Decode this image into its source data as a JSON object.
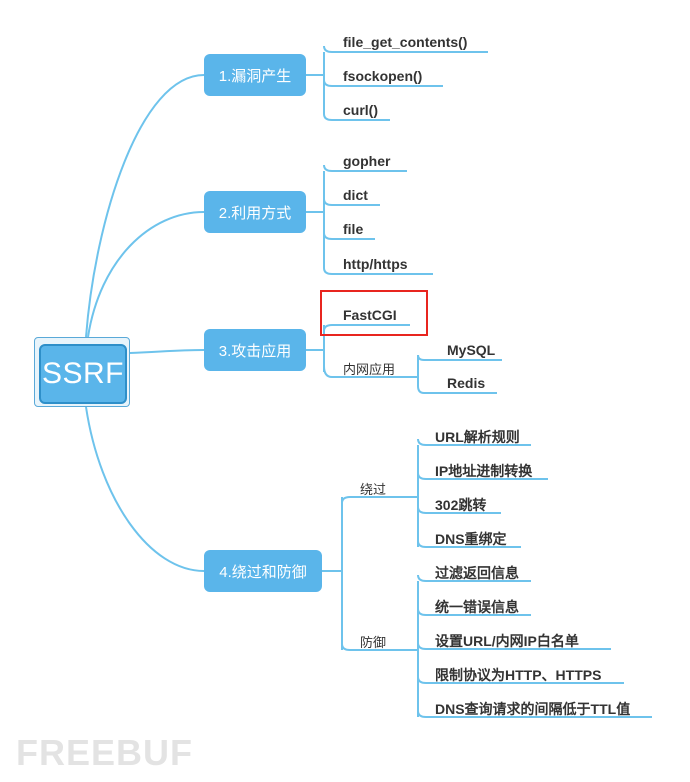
{
  "root": {
    "label": "SSRF"
  },
  "branches": [
    {
      "label": "1.漏洞产生",
      "leaves": [
        "file_get_contents()",
        "fsockopen()",
        "curl()"
      ]
    },
    {
      "label": "2.利用方式",
      "leaves": [
        "gopher",
        "dict",
        "file",
        "http/https"
      ]
    },
    {
      "label": "3.攻击应用",
      "leaves": [
        "FastCGI"
      ],
      "group": {
        "label": "内网应用",
        "leaves": [
          "MySQL",
          "Redis"
        ]
      }
    },
    {
      "label": "4.绕过和防御",
      "groups": [
        {
          "label": "绕过",
          "leaves": [
            "URL解析规则",
            "IP地址进制转换",
            "302跳转",
            "DNS重绑定"
          ]
        },
        {
          "label": "防御",
          "leaves": [
            "过滤返回信息",
            "统一错误信息",
            "设置URL/内网IP白名单",
            "限制协议为HTTP、HTTPS",
            "DNS查询请求的间隔低于TTL值"
          ]
        }
      ]
    }
  ],
  "watermark": "FREEBUF",
  "colors": {
    "link": "#6ec3ec",
    "node_fill": "#5ab5ea",
    "node_border": "#2e8fc9",
    "highlight": "#e8251f",
    "text": "#333333"
  }
}
